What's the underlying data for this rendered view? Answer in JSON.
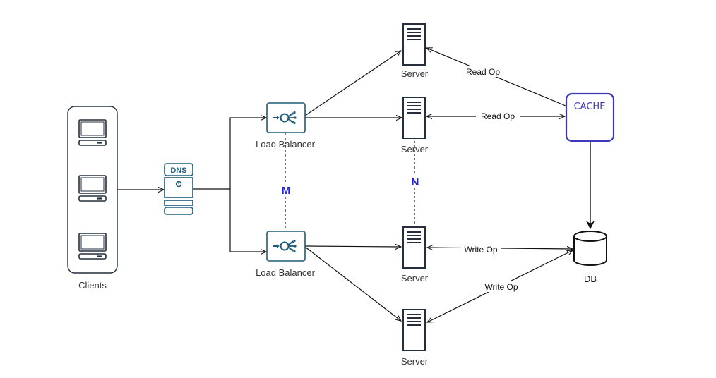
{
  "diagram": {
    "title": "",
    "colors": {
      "line": "#111111",
      "node_stroke": "#232f3e",
      "network_teal": "#1d5b7a",
      "cache_border": "#3a3ab8",
      "multiplicity_label": "#1f1fd6"
    },
    "nodes": {
      "clients": {
        "label": "Clients",
        "icon": "client-desktop-icon",
        "count": 3
      },
      "dns": {
        "label": "DNS",
        "icon": "dns-server-icon"
      },
      "lb_top": {
        "label": "Load Balancer",
        "icon": "load-balancer-icon"
      },
      "lb_bottom": {
        "label": "Load Balancer",
        "icon": "load-balancer-icon"
      },
      "server_1": {
        "label": "Server",
        "icon": "server-icon"
      },
      "server_2": {
        "label": "Server",
        "icon": "server-icon"
      },
      "server_3": {
        "label": "Server",
        "icon": "server-icon"
      },
      "server_4": {
        "label": "Server",
        "icon": "server-icon"
      },
      "cache": {
        "label": "CACHE",
        "icon": "cache-box"
      },
      "db": {
        "label": "DB",
        "icon": "database-cylinder-icon"
      }
    },
    "multiplicity": {
      "load_balancers": "M",
      "servers": "N"
    },
    "edges": [
      {
        "from": "clients",
        "to": "dns",
        "label": ""
      },
      {
        "from": "dns",
        "to": "lb_top",
        "label": ""
      },
      {
        "from": "dns",
        "to": "lb_bottom",
        "label": ""
      },
      {
        "from": "lb_top",
        "to": "server_1",
        "label": ""
      },
      {
        "from": "lb_top",
        "to": "server_2",
        "label": ""
      },
      {
        "from": "lb_bottom",
        "to": "server_3",
        "label": ""
      },
      {
        "from": "lb_bottom",
        "to": "server_4",
        "label": ""
      },
      {
        "from": "cache",
        "to": "server_1",
        "label": "Read Op"
      },
      {
        "from": "cache",
        "to": "server_2",
        "label": "Read Op",
        "bidirectional": true
      },
      {
        "from": "server_3",
        "to": "db",
        "label": "Write Op",
        "bidirectional": true
      },
      {
        "from": "server_4",
        "to": "db",
        "label": "Write Op",
        "bidirectional": true
      },
      {
        "from": "cache",
        "to": "db",
        "label": ""
      }
    ]
  }
}
